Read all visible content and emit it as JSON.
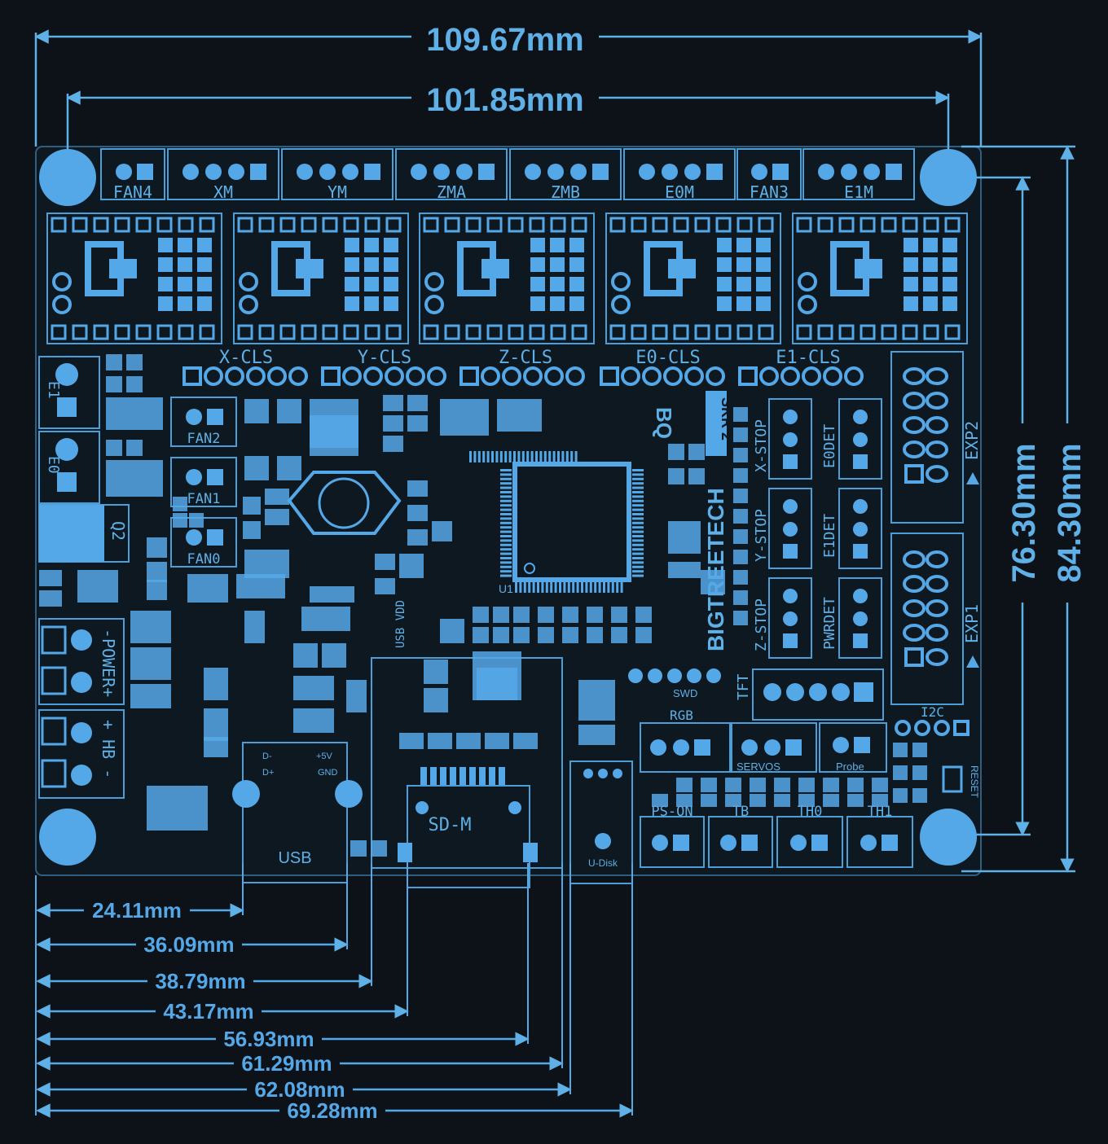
{
  "dimensions": {
    "total_width": "109.67mm",
    "hole_spacing_x": "101.85mm",
    "hole_spacing_y": "76.30mm",
    "total_height": "84.30mm",
    "bottom": [
      "24.11mm",
      "36.09mm",
      "38.79mm",
      "43.17mm",
      "56.93mm",
      "61.29mm",
      "62.08mm",
      "69.28mm"
    ]
  },
  "board": {
    "brand": "BIGTREETECH",
    "model": "SKR 2",
    "chip": "U1"
  },
  "top_connectors": [
    "FAN4",
    "XM",
    "YM",
    "ZMA",
    "ZMB",
    "E0M",
    "FAN3",
    "E1M"
  ],
  "cls_headers": [
    "X-CLS",
    "Y-CLS",
    "Z-CLS",
    "E0-CLS",
    "E1-CLS"
  ],
  "fans": [
    "FAN2",
    "FAN1",
    "FAN0"
  ],
  "power": {
    "e1": "E1",
    "e0": "E0",
    "q2": "Q2",
    "power": "-POWER+",
    "hb": "+ HB -"
  },
  "stops": [
    "X-STOP",
    "Y-STOP",
    "Z-STOP"
  ],
  "dets": [
    "E0DET",
    "E1DET",
    "PWRDET"
  ],
  "exp": [
    "EXP2",
    "EXP1"
  ],
  "misc": {
    "tft": "TFT",
    "swd": "SWD",
    "rgb": "RGB",
    "servos": "SERVOS",
    "probe": "Probe",
    "i2c": "I2C",
    "reset": "RESET",
    "usb_vdd": "USB VDD",
    "usb": "USB",
    "sdm": "SD-M",
    "udisk": "U-Disk",
    "dm": "D-",
    "dp": "D+",
    "v5": "+5V",
    "gnd": "GND"
  },
  "bottom_connectors": [
    "PS-ON",
    "TB",
    "TH0",
    "TH1"
  ]
}
